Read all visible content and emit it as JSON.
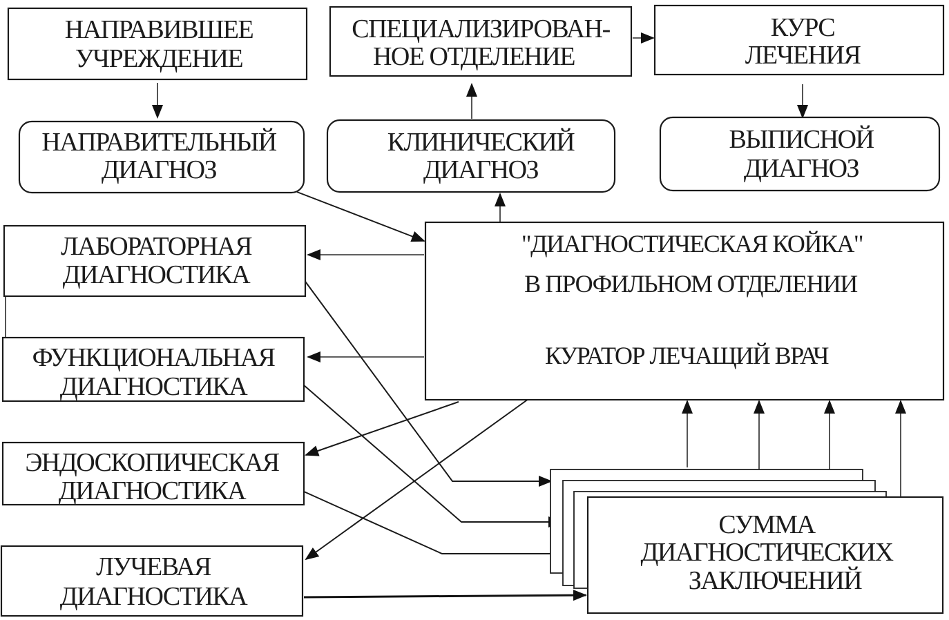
{
  "diagram": {
    "nodes": {
      "referring_institution": {
        "lines": [
          "НАПРАВИВШЕЕ",
          "УЧРЕЖДЕНИЕ"
        ]
      },
      "specialized_department": {
        "lines": [
          "СПЕЦИАЛИЗИРОВАН-",
          "НОЕ ОТДЕЛЕНИЕ"
        ]
      },
      "treatment_course": {
        "lines": [
          "КУРС",
          "ЛЕЧЕНИЯ"
        ]
      },
      "referral_diagnosis": {
        "lines": [
          "НАПРАВИТЕЛЬНЫЙ",
          "ДИАГНОЗ"
        ]
      },
      "clinical_diagnosis": {
        "lines": [
          "КЛИНИЧЕСКИЙ",
          "ДИАГНОЗ"
        ]
      },
      "discharge_diagnosis": {
        "lines": [
          "ВЫПИСНОЙ",
          "ДИАГНОЗ"
        ]
      },
      "diagnostic_bed": {
        "lines": [
          "\"ДИАГНОСТИЧЕСКАЯ КОЙКА\"",
          "В ПРОФИЛЬНОМ ОТДЕЛЕНИИ",
          "КУРАТОР  ЛЕЧАЩИЙ ВРАЧ"
        ]
      },
      "laboratory_diagnostics": {
        "lines": [
          "ЛАБОРАТОРНАЯ",
          "ДИАГНОСТИКА"
        ]
      },
      "functional_diagnostics": {
        "lines": [
          "ФУНКЦИОНАЛЬНАЯ",
          "ДИАГНОСТИКА"
        ]
      },
      "endoscopic_diagnostics": {
        "lines": [
          "ЭНДОСКОПИЧЕСКАЯ",
          "ДИАГНОСТИКА"
        ]
      },
      "radiation_diagnostics": {
        "lines": [
          "ЛУЧЕВАЯ",
          "ДИАГНОСТИКА"
        ]
      },
      "sum_of_conclusions": {
        "lines": [
          "СУММА",
          "ДИАГНОСТИЧЕСКИХ",
          "ЗАКЛЮЧЕНИЙ"
        ]
      }
    },
    "edges": [
      {
        "from": "referring_institution",
        "to": "referral_diagnosis"
      },
      {
        "from": "referral_diagnosis",
        "to": "diagnostic_bed"
      },
      {
        "from": "diagnostic_bed",
        "to": "clinical_diagnosis"
      },
      {
        "from": "clinical_diagnosis",
        "to": "specialized_department"
      },
      {
        "from": "specialized_department",
        "to": "treatment_course"
      },
      {
        "from": "treatment_course",
        "to": "discharge_diagnosis"
      },
      {
        "from": "diagnostic_bed",
        "to": "laboratory_diagnostics"
      },
      {
        "from": "diagnostic_bed",
        "to": "functional_diagnostics"
      },
      {
        "from": "diagnostic_bed",
        "to": "endoscopic_diagnostics"
      },
      {
        "from": "diagnostic_bed",
        "to": "radiation_diagnostics"
      },
      {
        "from": "laboratory_diagnostics",
        "to": "sum_of_conclusions"
      },
      {
        "from": "functional_diagnostics",
        "to": "sum_of_conclusions"
      },
      {
        "from": "endoscopic_diagnostics",
        "to": "sum_of_conclusions"
      },
      {
        "from": "radiation_diagnostics",
        "to": "sum_of_conclusions"
      },
      {
        "from": "sum_of_conclusions",
        "to": "diagnostic_bed"
      }
    ]
  }
}
